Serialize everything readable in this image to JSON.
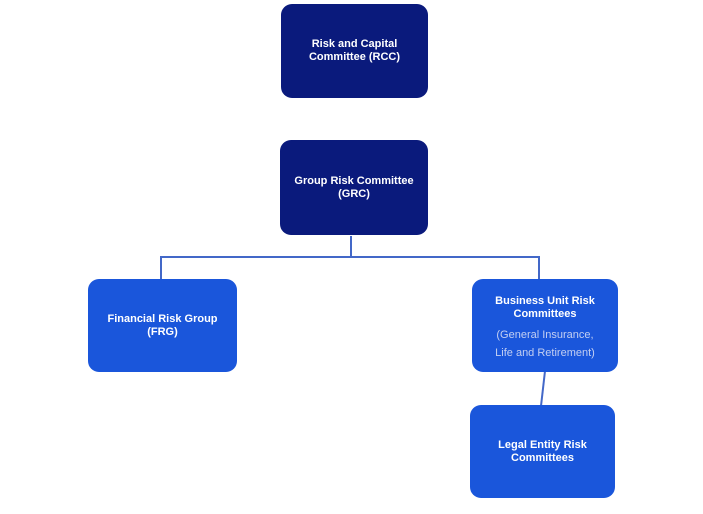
{
  "colors": {
    "background": "#FFFFFF",
    "navy_fill": "#0A1A7C",
    "blue_fill": "#1A56DB",
    "connector": "#4368C8",
    "title_text": "#FFFFFF",
    "subtitle_text": "#C3CFF2"
  },
  "boxes": {
    "rcc": {
      "label": "Risk and Capital Committee (RCC)",
      "lines": [
        "Risk and Capital",
        "Committee (RCC)"
      ]
    },
    "grc": {
      "label": "Group Risk Committee (GRC)",
      "lines": [
        "Group Risk Committee",
        "(GRC)"
      ]
    },
    "frg": {
      "label": "Financial Risk Group (FRG)",
      "lines": [
        "Financial Risk Group",
        "(FRG)"
      ]
    },
    "bu": {
      "label": "Business Unit Risk Committees (General Insurance, Life and Retirement)",
      "lines": [
        "Business Unit Risk",
        "Committees"
      ],
      "subtitle_lines": [
        "(General Insurance,",
        "Life and Retirement)"
      ]
    },
    "le": {
      "label": "Legal Entity Risk Committees",
      "lines": [
        "Legal Entity Risk",
        "Committees"
      ]
    }
  },
  "hierarchy": {
    "edges": [
      {
        "from": "Group Risk Committee (GRC)",
        "to": "Financial Risk Group (FRG)"
      },
      {
        "from": "Group Risk Committee (GRC)",
        "to": "Business Unit Risk Committees"
      },
      {
        "from": "Business Unit Risk Committees",
        "to": "Legal Entity Risk Committees"
      }
    ],
    "unconnected_top_box": "Risk and Capital Committee (RCC)"
  }
}
